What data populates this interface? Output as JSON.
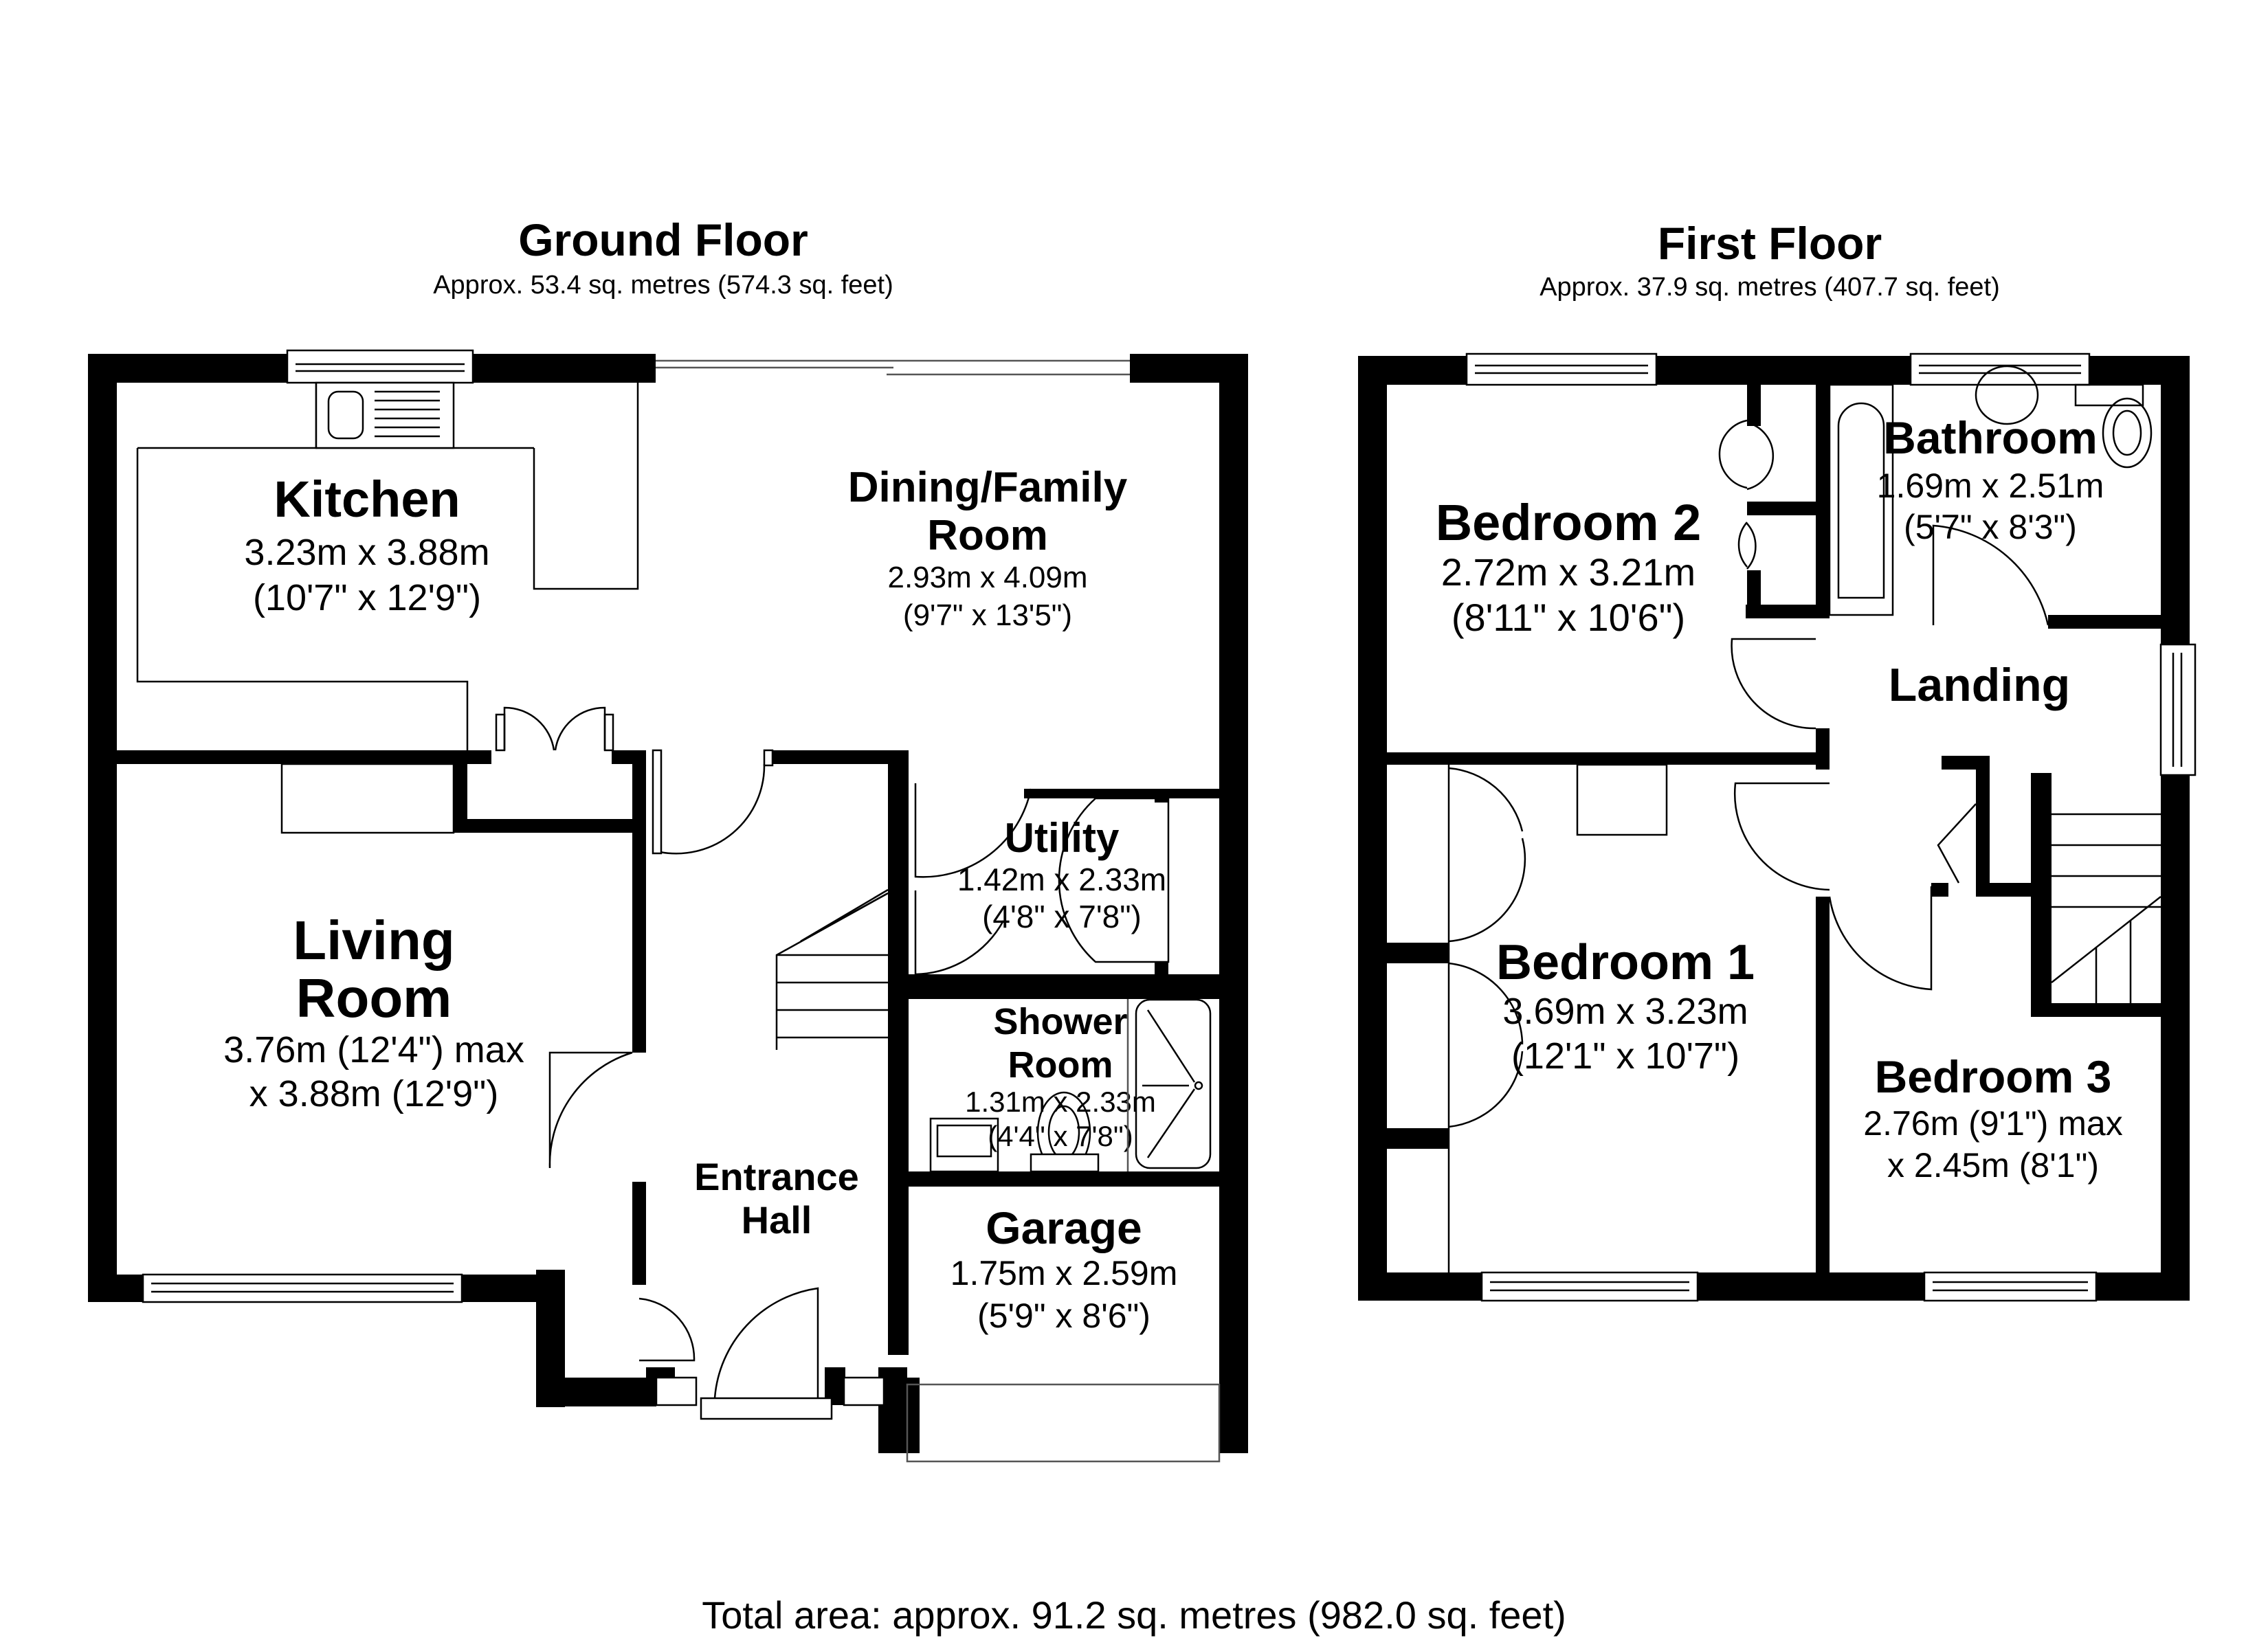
{
  "ground_floor": {
    "title": "Ground Floor",
    "area": "Approx. 53.4 sq. metres (574.3 sq. feet)",
    "rooms": {
      "kitchen": {
        "name": "Kitchen",
        "dim1": "3.23m x 3.88m",
        "dim2": "(10'7\" x 12'9\")"
      },
      "dining": {
        "name1": "Dining/Family",
        "name2": "Room",
        "dim1": "2.93m x 4.09m",
        "dim2": "(9'7\" x 13'5\")"
      },
      "living": {
        "name1": "Living",
        "name2": "Room",
        "dim1": "3.76m (12'4\") max",
        "dim2": "x 3.88m (12'9\")"
      },
      "utility": {
        "name": "Utility",
        "dim1": "1.42m x 2.33m",
        "dim2": "(4'8\" x 7'8\")"
      },
      "shower": {
        "name1": "Shower",
        "name2": "Room",
        "dim1": "1.31m x 2.33m",
        "dim2": "(4'4\" x 7'8\")"
      },
      "hall": {
        "name1": "Entrance",
        "name2": "Hall"
      },
      "garage": {
        "name": "Garage",
        "dim1": "1.75m x 2.59m",
        "dim2": "(5'9\" x 8'6\")"
      }
    }
  },
  "first_floor": {
    "title": "First Floor",
    "area": "Approx. 37.9 sq. metres (407.7 sq. feet)",
    "rooms": {
      "bedroom2": {
        "name": "Bedroom 2",
        "dim1": "2.72m x 3.21m",
        "dim2": "(8'11\" x 10'6\")"
      },
      "bathroom": {
        "name": "Bathroom",
        "dim1": "1.69m x 2.51m",
        "dim2": "(5'7\" x 8'3\")"
      },
      "landing": {
        "name": "Landing"
      },
      "bedroom1": {
        "name": "Bedroom 1",
        "dim1": "3.69m x 3.23m",
        "dim2": "(12'1\" x 10'7\")"
      },
      "bedroom3": {
        "name": "Bedroom 3",
        "dim1": "2.76m (9'1\") max",
        "dim2": "x 2.45m (8'1\")"
      }
    }
  },
  "total_area": "Total area: approx. 91.2 sq. metres (982.0 sq. feet)",
  "colors": {
    "wall": "#000000",
    "background": "#ffffff",
    "line": "#000000"
  }
}
